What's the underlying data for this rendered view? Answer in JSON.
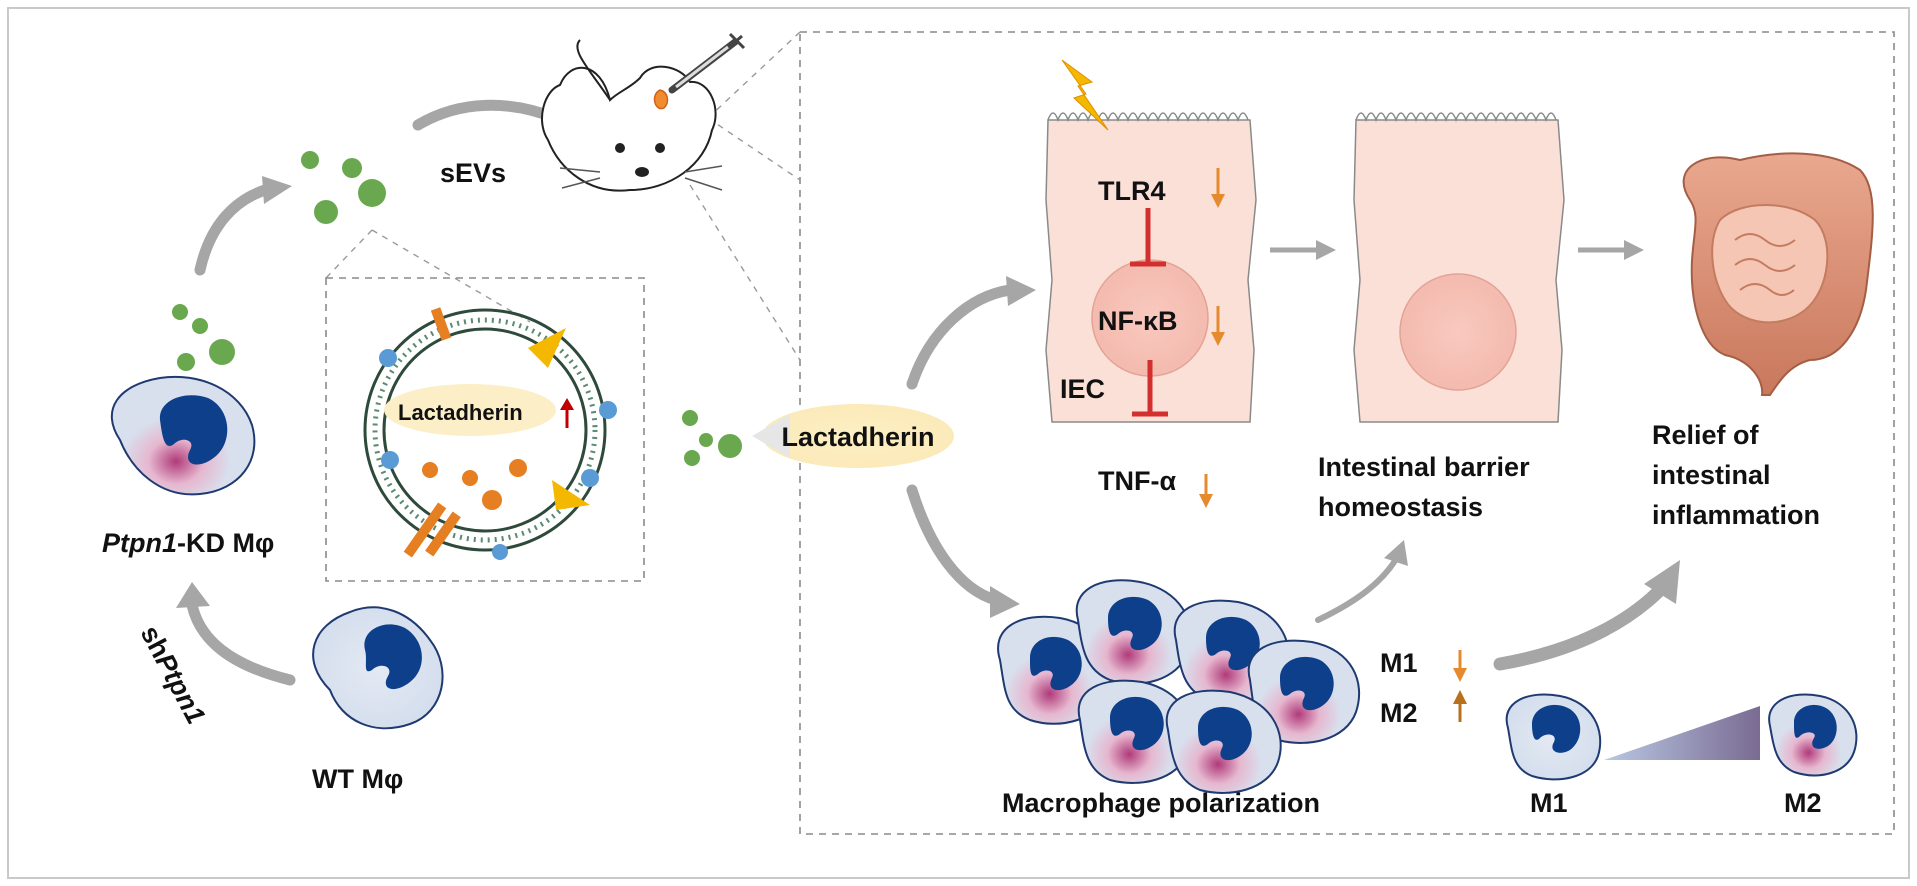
{
  "labels": {
    "wt": "WT Mφ",
    "ptpn1_kd_italic": "Ptpn1",
    "ptpn1_kd_rest": "-KD Mφ",
    "sh_prefix": "sh",
    "sh_italic": "Ptpn1",
    "sevs": "sEVs",
    "lactadherin_inset": "Lactadherin",
    "lactadherin_main": "Lactadherin",
    "tlr4": "TLR4",
    "nfkb": "NF-κB",
    "iec": "IEC",
    "tnfa": "TNF-α",
    "barrier_line1": "Intestinal barrier",
    "barrier_line2": "homeostasis",
    "relief_line1": "Relief of",
    "relief_line2": "intestinal",
    "relief_line3": "inflammation",
    "m1": "M1",
    "m2": "M2",
    "macrophage_polarization": "Macrophage polarization",
    "m1_bottom": "M1",
    "m2_bottom": "M2"
  },
  "colors": {
    "arrow_gray": "#a6a6a6",
    "vesicle_green": "#6aa84f",
    "down_arrow_orange": "#e68a2e",
    "up_arrow_red": "#c00000",
    "inhibit_red": "#d32f2f",
    "cell_pink": "#fbe0d8",
    "nucleus_blue": "#0d3f8a",
    "macrophage_body": "#d9e2ef",
    "lactadherin_highlight": "#fcefc7"
  },
  "icons": [
    "lightning-icon",
    "mouse-icon",
    "syringe-icon",
    "intestine-icon"
  ]
}
